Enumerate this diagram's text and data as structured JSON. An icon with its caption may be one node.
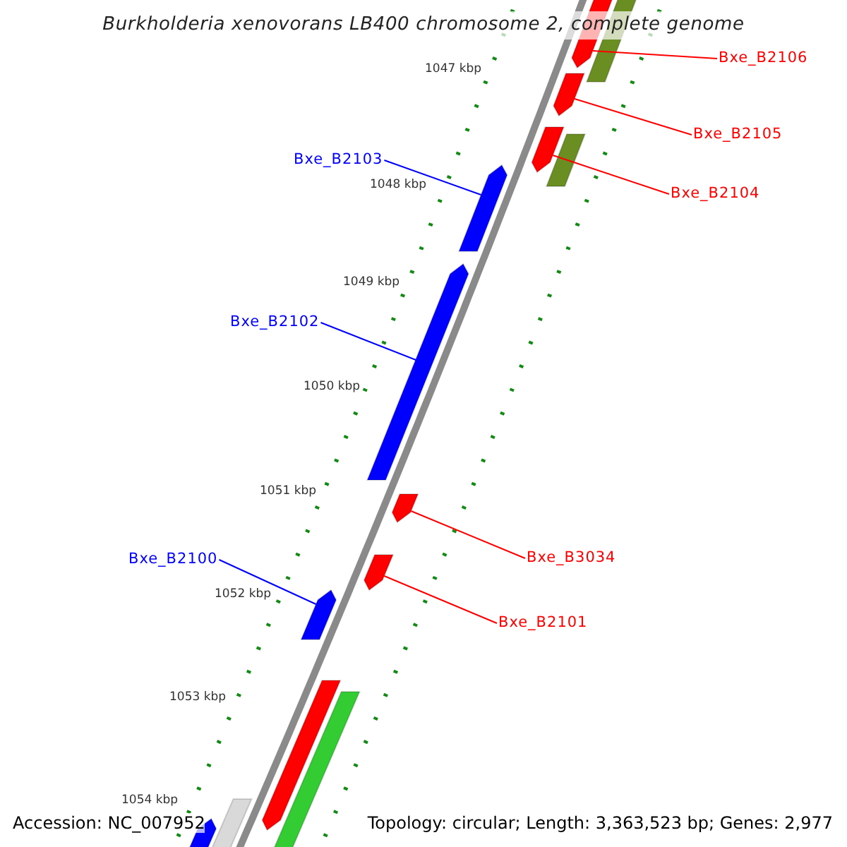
{
  "diagram": {
    "title": "Burkholderia xenovorans LB400 chromosome 2, complete genome",
    "nodes": [
      {
        "text": [
          "Bxe_B2106"
        ]
      },
      {
        "text": [
          "Bxe_B2105"
        ]
      },
      {
        "text": [
          "Bxe_B2104"
        ]
      },
      {
        "text": [
          "Bxe_B2103"
        ]
      },
      {
        "text": [
          "Bxe_B2102"
        ]
      },
      {
        "text": [
          "Bxe_B3034"
        ]
      },
      {
        "text": [
          "Bxe_B2100"
        ]
      },
      {
        "text": [
          "Bxe_B2101"
        ]
      },
      {
        "text": [],
        "shape": "pentagon"
      },
      {
        "text": [],
        "shape": "bar"
      },
      {
        "text": [],
        "shape": "pentagon"
      },
      {
        "text": [],
        "shape": "pentagon"
      },
      {
        "text": [],
        "shape": "bar"
      },
      {
        "text": [],
        "shape": "pentagon"
      },
      {
        "text": [],
        "shape": "pentagon"
      },
      {
        "text": [],
        "shape": "pentagon"
      },
      {
        "text": [],
        "shape": "pentagon"
      },
      {
        "text": [],
        "shape": "pentagon"
      },
      {
        "text": [],
        "shape": "pentagon"
      },
      {
        "text": [],
        "shape": "bar"
      },
      {
        "text": [],
        "shape": "bar"
      },
      {
        "text": [],
        "shape": "pentagon"
      }
    ],
    "edges": [
      {
        "from": 0,
        "to": 8,
        "arrow": "none",
        "color": "#ff0000"
      },
      {
        "from": 1,
        "to": 10,
        "arrow": "none",
        "color": "#ff0000"
      },
      {
        "from": 2,
        "to": 11,
        "arrow": "none",
        "color": "#ff0000"
      },
      {
        "from": 3,
        "to": 13,
        "arrow": "none",
        "color": "#0000ff"
      },
      {
        "from": 4,
        "to": 14,
        "arrow": "none",
        "color": "#0000ff"
      },
      {
        "from": 5,
        "to": 15,
        "arrow": "none",
        "color": "#ff0000"
      },
      {
        "from": 6,
        "to": 17,
        "arrow": "none",
        "color": "#0000ff"
      },
      {
        "from": 7,
        "to": 16,
        "arrow": "none",
        "color": "#ff0000"
      }
    ],
    "labels": [
      "1047 kbp",
      "1048 kbp",
      "1049 kbp",
      "1050 kbp",
      "1051 kbp",
      "1052 kbp",
      "1053 kbp",
      "1054 kbp",
      "Accession: NC_007952",
      "Topology: circular; Length: 3,363,523 bp; Genes: 2,977"
    ]
  }
}
